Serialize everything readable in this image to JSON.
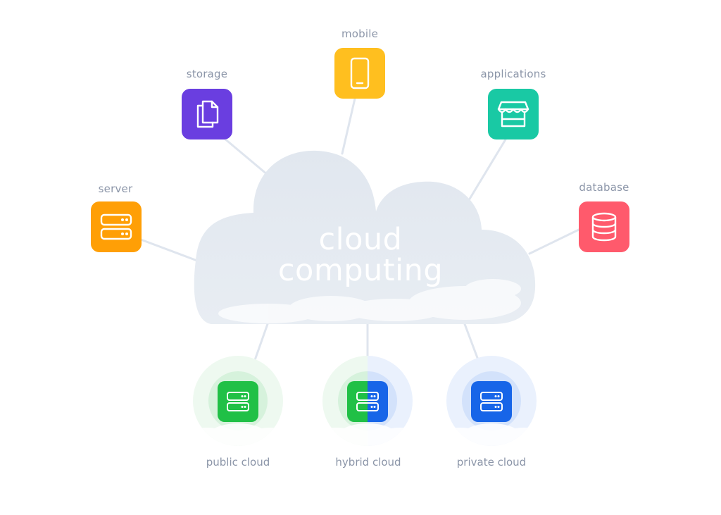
{
  "center": {
    "title_line1": "cloud",
    "title_line2": "computing",
    "cloud_color": "#e2e8f0"
  },
  "services": {
    "storage": {
      "label": "storage",
      "icon": "documents-icon",
      "color": "#6a3ee0"
    },
    "mobile": {
      "label": "mobile",
      "icon": "smartphone-icon",
      "color": "#ffbf1f"
    },
    "applications": {
      "label": "applications",
      "icon": "storefront-icon",
      "color": "#19c9a4"
    },
    "server": {
      "label": "server",
      "icon": "server-icon",
      "color": "#ff9f06"
    },
    "database": {
      "label": "database",
      "icon": "database-icon",
      "color": "#ff5a6c"
    }
  },
  "deployments": {
    "public": {
      "label": "public cloud",
      "icon": "server-icon",
      "color": "#20c046"
    },
    "hybrid": {
      "label": "hybrid cloud",
      "icon": "server-icon",
      "colors": [
        "#20c046",
        "#1765e8"
      ]
    },
    "private": {
      "label": "private cloud",
      "icon": "server-icon",
      "color": "#1765e8"
    }
  },
  "connector_color": "#dfe5ee",
  "label_color": "#8b95a8"
}
